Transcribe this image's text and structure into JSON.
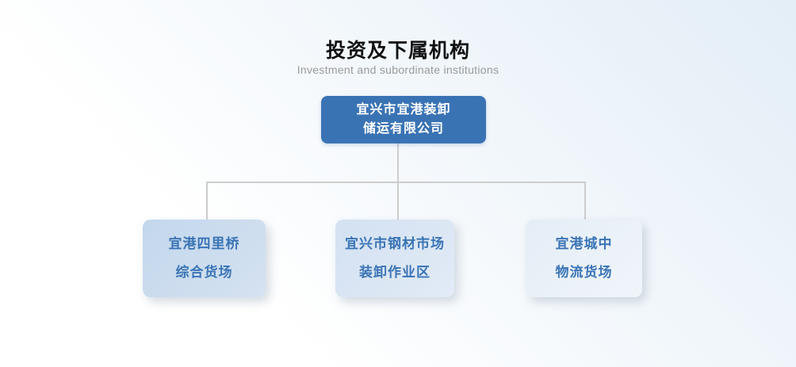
{
  "page": {
    "title": "投资及下属机构",
    "subtitle": "Investment and subordinate institutions"
  },
  "org_chart": {
    "root": {
      "label_line1": "宜兴市宜港装卸",
      "label_line2": "储运有限公司"
    },
    "children": [
      {
        "label_line1": "宜港四里桥",
        "label_line2": "综合货场"
      },
      {
        "label_line1": "宜兴市钢材市场",
        "label_line2": "装卸作业区"
      },
      {
        "label_line1": "宜港城中",
        "label_line2": "物流货场"
      }
    ]
  },
  "colors": {
    "title_text": "#111111",
    "subtitle_text": "#999999",
    "root_box_bg": "#3a73b4",
    "root_box_text": "#ffffff",
    "child_text": "#3a74b5",
    "child1_bg_start": "#c3d7ec",
    "child1_bg_end": "#d5e2f1",
    "child2_bg_start": "#d3e1f2",
    "child2_bg_end": "#e2ebf6",
    "child3_bg_start": "#e4edf6",
    "child3_bg_end": "#f0f5fa",
    "connector": "#cdcdcd",
    "bg_top_right": "#e3eef7"
  }
}
